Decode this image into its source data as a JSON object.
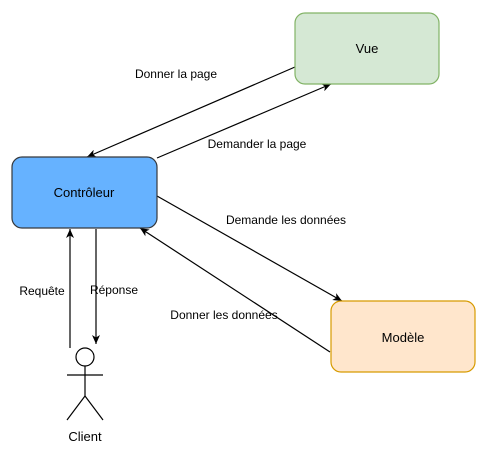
{
  "nodes": {
    "vue": {
      "label": "Vue",
      "fill": "#d5e8d4",
      "stroke": "#82b366"
    },
    "controleur": {
      "label": "Contrôleur",
      "fill": "#66b2ff",
      "stroke": "#36393d"
    },
    "modele": {
      "label": "Modèle",
      "fill": "#ffe6cc",
      "stroke": "#d79b00"
    }
  },
  "actor": {
    "label": "Client"
  },
  "edges": {
    "donner_la_page": "Donner la page",
    "demander_la_page": "Demander la page",
    "demande_les_donnees": "Demande les données",
    "donner_les_donnees": "Donner les données",
    "requete": "Requête",
    "reponse": "Réponse"
  }
}
